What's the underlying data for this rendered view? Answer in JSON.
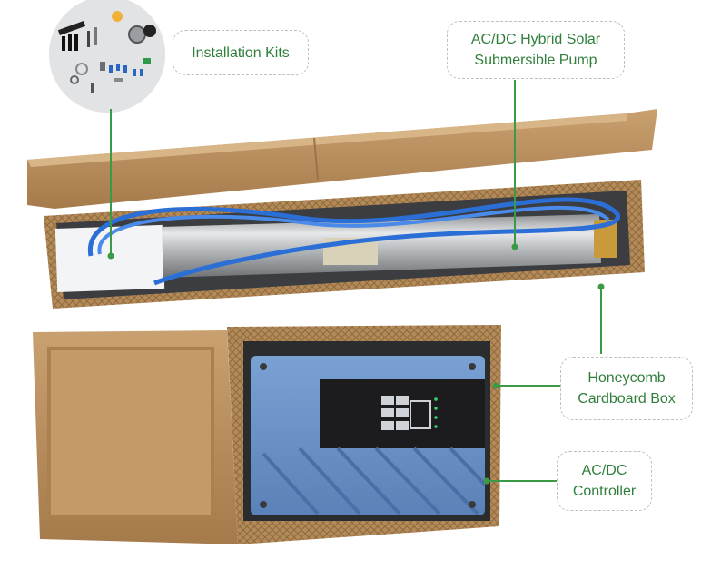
{
  "labels": {
    "kits": "Installation Kits",
    "pump_line1": "AC/DC Hybrid Solar",
    "pump_line2": "Submersible Pump",
    "box_line1": "Honeycomb",
    "box_line2": "Cardboard Box",
    "controller_line1": "AC/DC",
    "controller_line2": "Controller"
  },
  "colors": {
    "callout_text": "#2f7f3a",
    "callout_line": "#3a9a45",
    "cardboard": "#b98e5c",
    "controller_blue": "#6f95c9"
  }
}
